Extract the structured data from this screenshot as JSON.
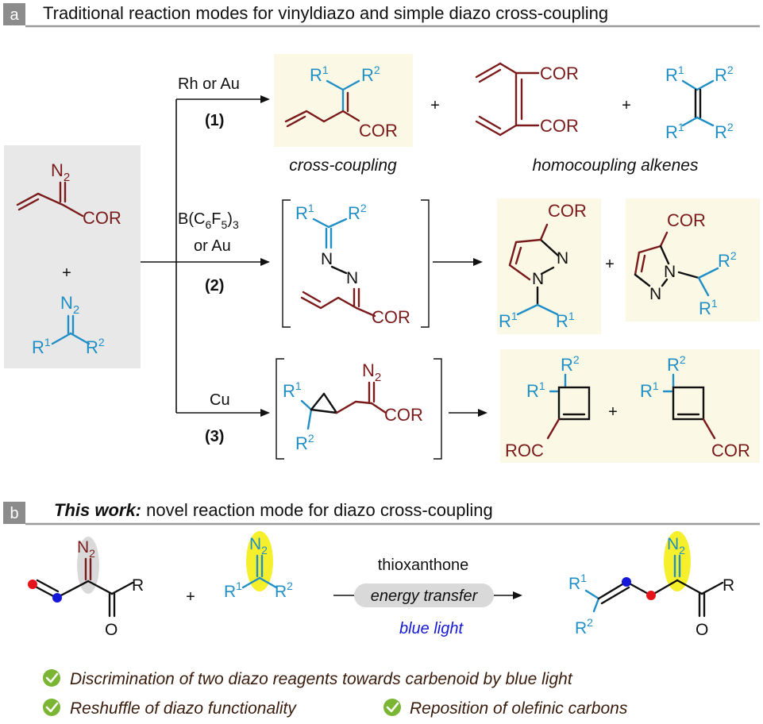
{
  "colors": {
    "product_box": "#fbf8e6",
    "reactant_box": "#e8e8e8",
    "maroon": "#7a1a1a",
    "blue": "#1f8fc6",
    "highlight": "#f6ef2c",
    "check_green": "#7ab534",
    "pill": "#d9d9d9"
  },
  "panel_a": {
    "tag": "a",
    "title": "Traditional reaction modes for vinyldiazo and simple diazo cross-coupling",
    "reactants": {
      "plus": "+"
    },
    "route1": {
      "catalyst": "Rh or Au",
      "number": "(1)",
      "label_cross": "cross-coupling",
      "label_homo": "homocoupling alkenes",
      "plus1": "+",
      "plus2": "+"
    },
    "route2": {
      "catalyst_line2": "or Au",
      "number": "(2)",
      "plus": "+"
    },
    "route3": {
      "catalyst": "Cu",
      "number": "(3)",
      "plus": "+"
    }
  },
  "panel_b": {
    "tag": "b",
    "title_bold": "This work:",
    "title_rest": " novel reaction mode for diazo cross-coupling",
    "plus": "+",
    "above_arrow": "thioxanthone",
    "pill_text": "energy transfer",
    "below_arrow": "blue light",
    "bullets": [
      "Discrimination of two diazo reagents towards carbenoid by blue light",
      "Reshuffle of diazo functionality",
      "Reposition of olefinic carbons"
    ]
  }
}
